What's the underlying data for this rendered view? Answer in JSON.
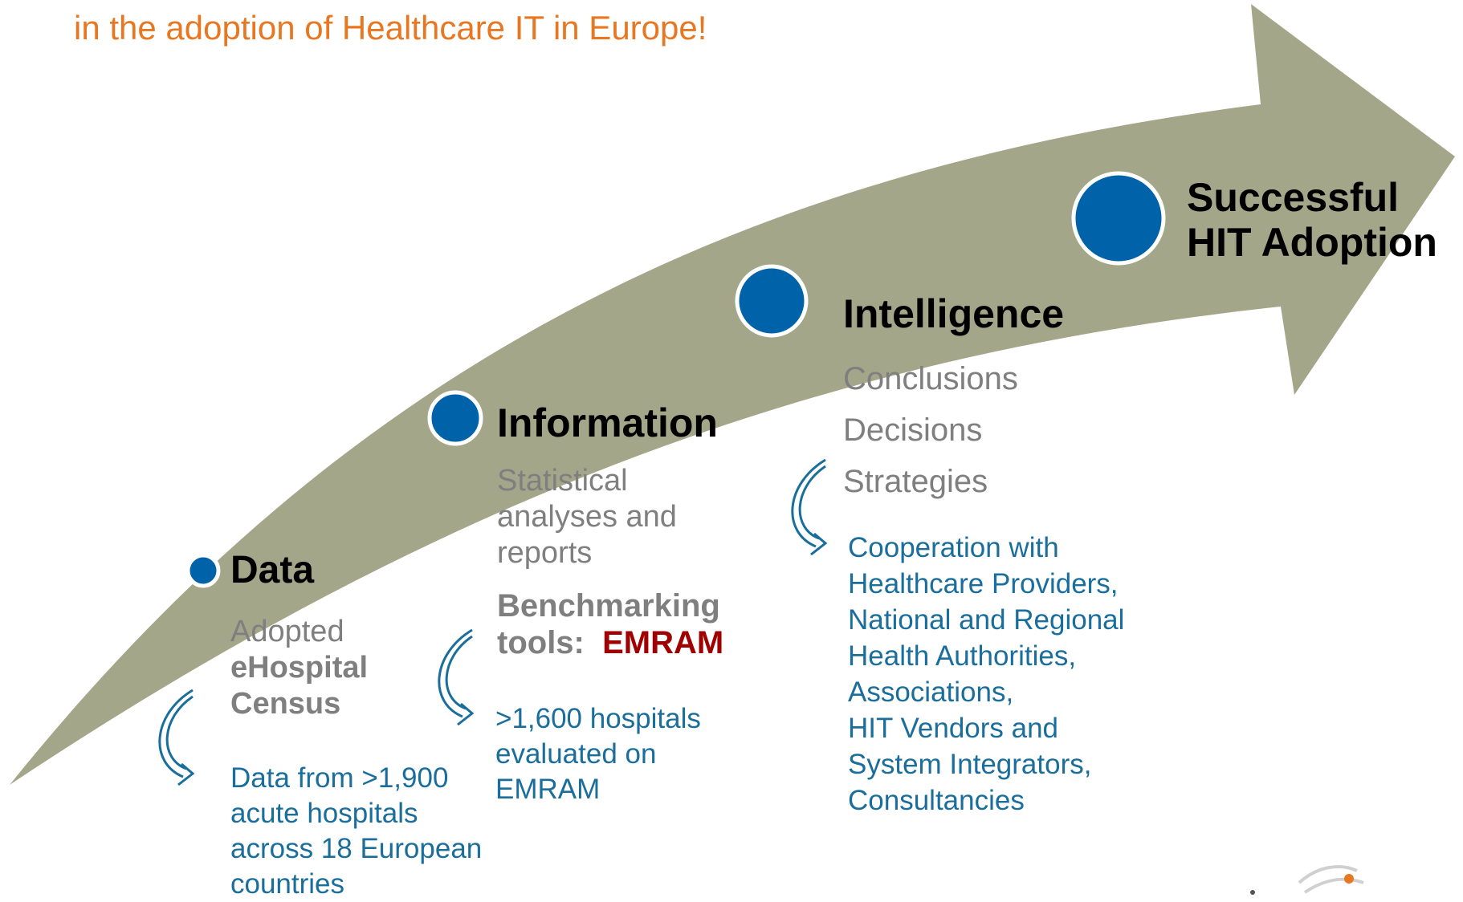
{
  "slide": {
    "title_lines": [
      "in the adoption of Healthcare IT in Europe!"
    ]
  },
  "colors": {
    "arrow": "#a4a68a",
    "dot": "#0062a8",
    "title": "#E87722",
    "text_gray": "#7f7f7f",
    "text_blue": "#1a6e9c",
    "emram": "#a00000"
  },
  "stages": {
    "data": {
      "title": "Data",
      "body_prefix": "Adopted",
      "body_bold": [
        "eHospital",
        "Census"
      ],
      "detail_lines": [
        "Data from >1,900",
        "acute hospitals",
        "across 18 European",
        "countries"
      ]
    },
    "information": {
      "title": "Information",
      "body_lines": [
        "Statistical",
        "analyses and",
        "reports"
      ],
      "tools_line1": "Benchmarking",
      "tools_line2_prefix": "tools:",
      "tools_line2_highlight": "EMRAM",
      "detail_lines": [
        ">1,600 hospitals",
        "evaluated on",
        "EMRAM"
      ]
    },
    "intelligence": {
      "title": "Intelligence",
      "items": [
        "Conclusions",
        "Decisions",
        "Strategies"
      ],
      "detail_lines": [
        "Cooperation with",
        "Healthcare Providers,",
        "National and  Regional",
        "Health Authorities,",
        "Associations,",
        "HIT Vendors and",
        "System Integrators,",
        "Consultancies"
      ]
    },
    "outcome": {
      "title_lines": [
        "Successful",
        "HIT Adoption"
      ]
    }
  }
}
